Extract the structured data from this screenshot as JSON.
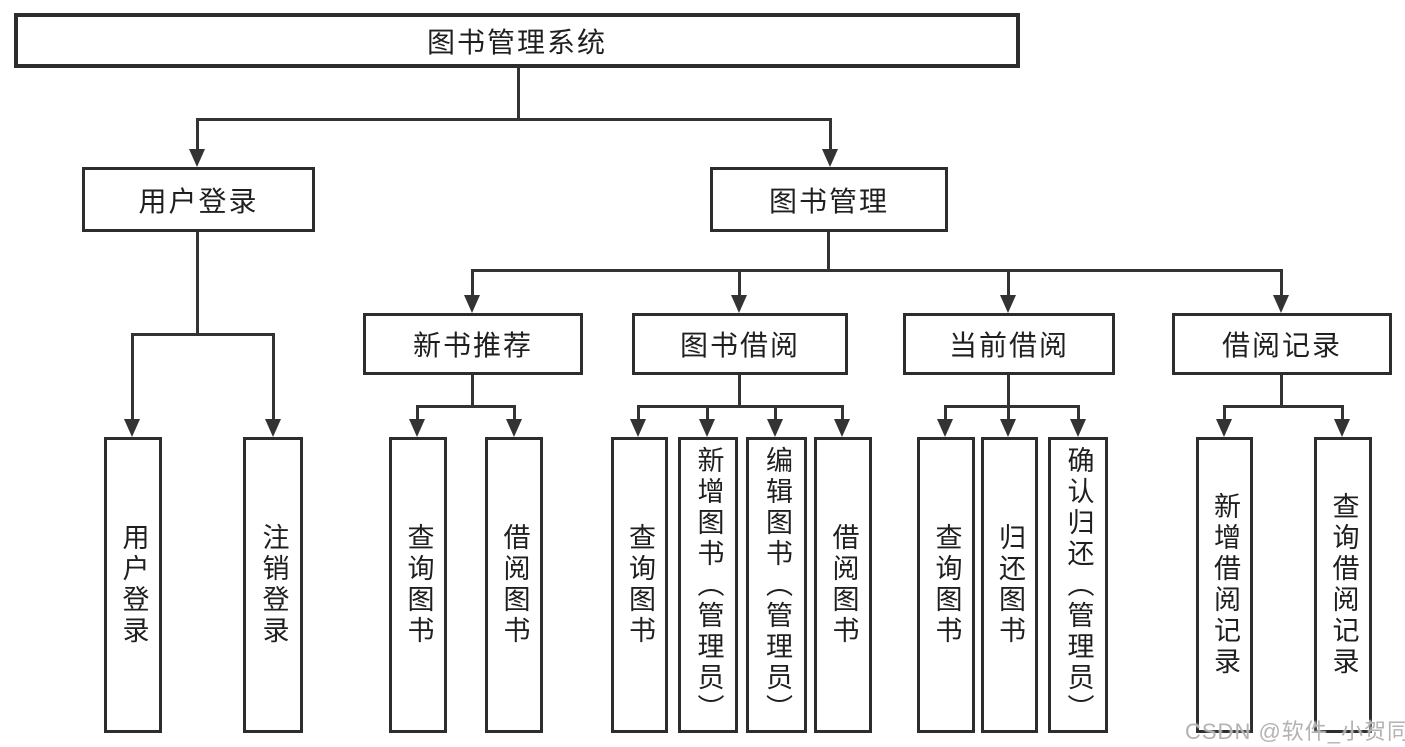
{
  "tree": {
    "label": "图书管理系统",
    "children": [
      {
        "label": "用户登录",
        "children": [
          {
            "label": "用户登录"
          },
          {
            "label": "注销登录"
          }
        ]
      },
      {
        "label": "图书管理",
        "children": [
          {
            "label": "新书推荐",
            "children": [
              {
                "label": "查询图书"
              },
              {
                "label": "借阅图书"
              }
            ]
          },
          {
            "label": "图书借阅",
            "children": [
              {
                "label": "查询图书"
              },
              {
                "label": "新增图书（管理员）"
              },
              {
                "label": "编辑图书（管理员）"
              },
              {
                "label": "借阅图书"
              }
            ]
          },
          {
            "label": "当前借阅",
            "children": [
              {
                "label": "查询图书"
              },
              {
                "label": "归还图书"
              },
              {
                "label": "确认归还（管理员）"
              }
            ]
          },
          {
            "label": "借阅记录",
            "children": [
              {
                "label": "新增借阅记录"
              },
              {
                "label": "查询借阅记录"
              }
            ]
          }
        ]
      }
    ]
  },
  "watermark": {
    "text": "CSDN @软件_小贺同学"
  },
  "colors": {
    "line": "#333333",
    "border": "#2d2d2d",
    "text": "#1f1f1f",
    "background": "#ffffff",
    "watermark": "#b3b3b3"
  }
}
